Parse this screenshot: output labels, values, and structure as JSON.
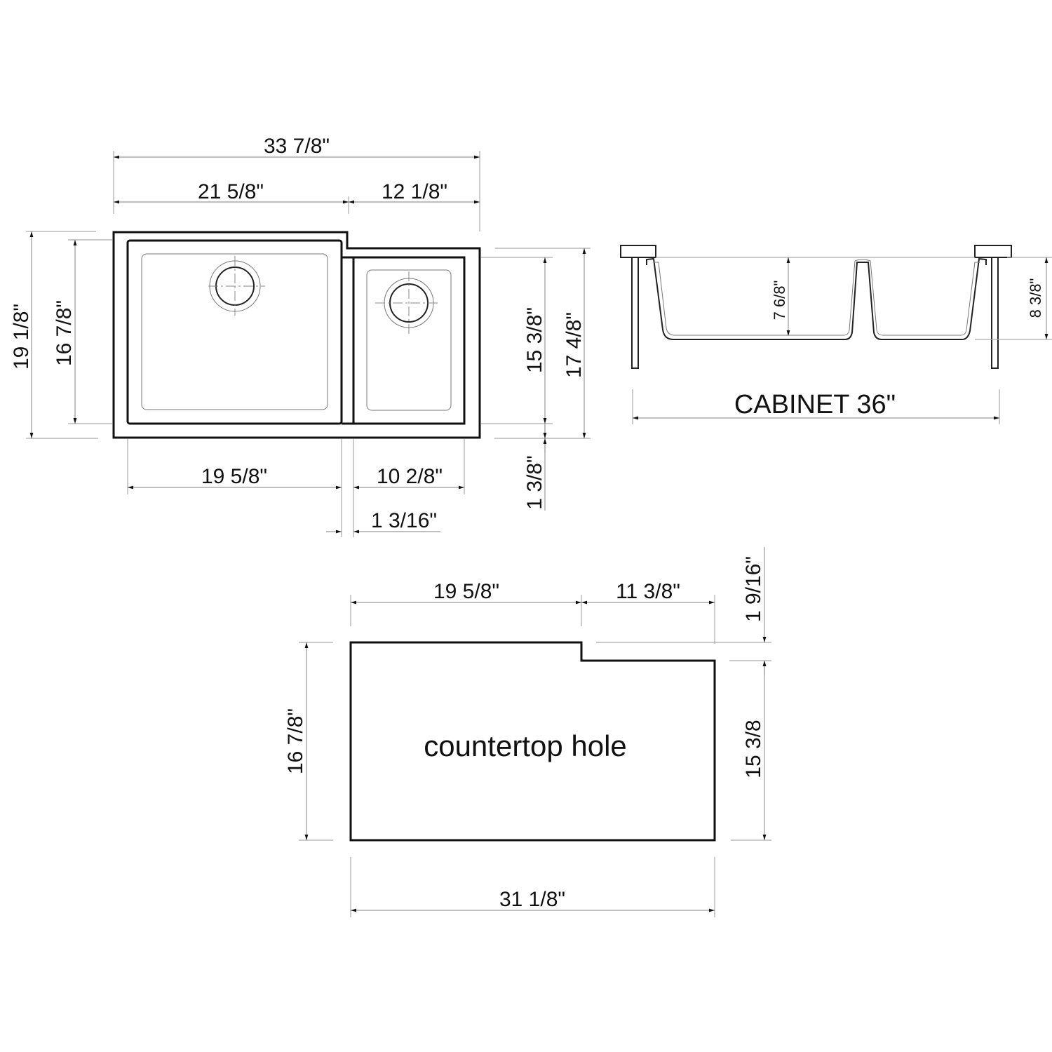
{
  "top_view": {
    "overall_width": "33 7/8\"",
    "large_bowl_width": "21 5/8\"",
    "small_bowl_width": "12 1/8\"",
    "overall_depth": "19 1/8\"",
    "large_bowl_depth": "16 7/8\"",
    "small_bowl_depth": "15 3/8\"",
    "small_side_depth": "17 4/8\"",
    "front_offset": "1 3/8\"",
    "large_bowl_inner_width": "19 5/8\"",
    "small_bowl_inner_width": "10 2/8\"",
    "divider_width": "1 3/16\""
  },
  "section_view": {
    "bowl_depth": "7 6/8\"",
    "overall_height": "8 3/8\"",
    "cabinet_label": "CABINET 36\""
  },
  "countertop_hole": {
    "title": "countertop hole",
    "large_width": "19 5/8\"",
    "small_width": "11 3/8\"",
    "step_height": "1 9/16\"",
    "left_height": "16 7/8\"",
    "right_height": "15 3/8",
    "total_width": "31 1/8\""
  },
  "colors": {
    "line": "#111111",
    "dimension_line": "#999999",
    "background": "#ffffff"
  }
}
